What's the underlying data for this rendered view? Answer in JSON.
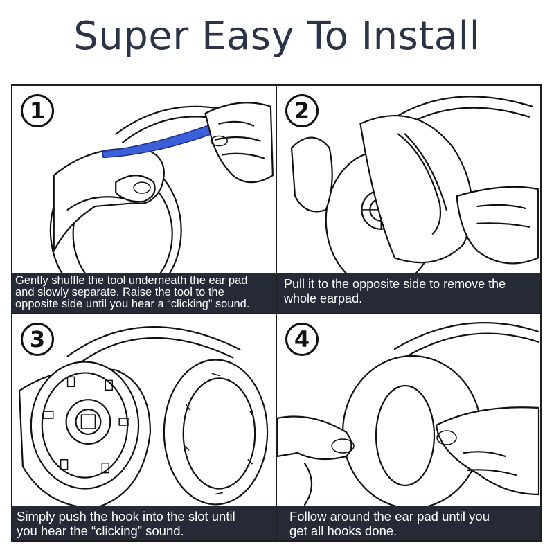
{
  "title": "Super Easy To Install",
  "steps": [
    {
      "number": "1",
      "caption_lines": [
        "Gently shuffle the tool underneath the ear pad",
        "and slowly separate. Raise the tool to the",
        "opposite side until you hear a “clicking” sound."
      ]
    },
    {
      "number": "2",
      "caption_lines": [
        "Pull it to the opposite side to remove the",
        "whole earpad."
      ]
    },
    {
      "number": "3",
      "caption_lines": [
        "Simply push the hook into the slot until",
        "you hear the “clicking” sound."
      ]
    },
    {
      "number": "4",
      "caption_lines": [
        "Follow around the ear pad until you",
        "get all hooks done."
      ]
    }
  ],
  "colors": {
    "title": "#2b3446",
    "caption_bg": "#252a36",
    "tool": "#3a5fd8",
    "line": "#111111"
  }
}
